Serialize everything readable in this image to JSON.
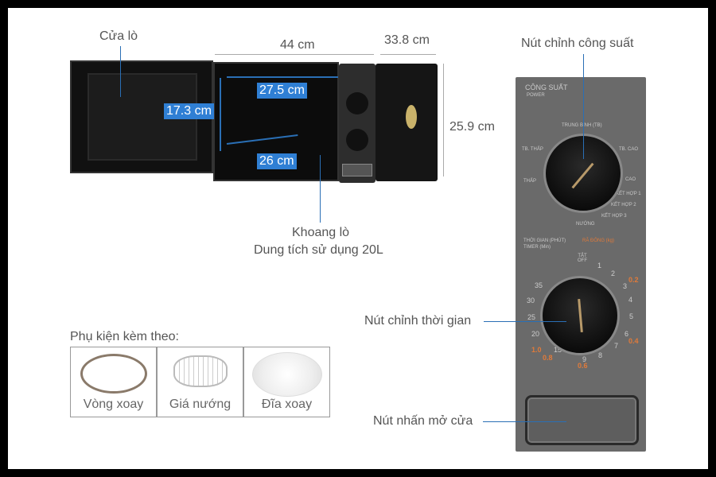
{
  "labels": {
    "door": "Cửa lò",
    "width": "44 cm",
    "depth": "33.8 cm",
    "height": "25.9 cm",
    "cavity_width": "27.5 cm",
    "cavity_height": "17.3 cm",
    "cavity_depth": "26 cm",
    "cavity_title": "Khoang lò",
    "cavity_capacity": "Dung tích sử dụng 20L",
    "power_knob": "Nút chỉnh công suất",
    "timer_knob": "Nút chỉnh thời gian",
    "door_button": "Nút nhấn mở cửa"
  },
  "accessories": {
    "title": "Phụ kiện kèm theo:",
    "items": [
      {
        "label": "Vòng xoay",
        "icon": "roller-ring-icon"
      },
      {
        "label": "Giá nướng",
        "icon": "grill-rack-icon"
      },
      {
        "label": "Đĩa xoay",
        "icon": "turntable-plate-icon"
      }
    ]
  },
  "control_panel": {
    "power_title": "CÔNG SUẤT",
    "power_sub": "POWER",
    "power_levels": [
      "TRUNG BÌNH (TB)",
      "TB. THẤP",
      "THẤP",
      "TB. CAO",
      "CAO",
      "KẾT HỢP 1",
      "KẾT HỢP 2",
      "KẾT HỢP 3",
      "NƯỚNG"
    ],
    "timer_title": "THỜI GIAN (PHÚT)",
    "timer_sub": "TIMER (Min)",
    "defrost": "RÃ ĐÔNG (kg)",
    "off": "TẮT OFF",
    "timer_numbers": [
      "1",
      "2",
      "3",
      "4",
      "5",
      "6",
      "7",
      "8",
      "9",
      "15",
      "20",
      "25",
      "30",
      "35"
    ],
    "defrost_numbers": [
      "0.2",
      "0.4",
      "0.6",
      "0.8",
      "1.0"
    ]
  }
}
